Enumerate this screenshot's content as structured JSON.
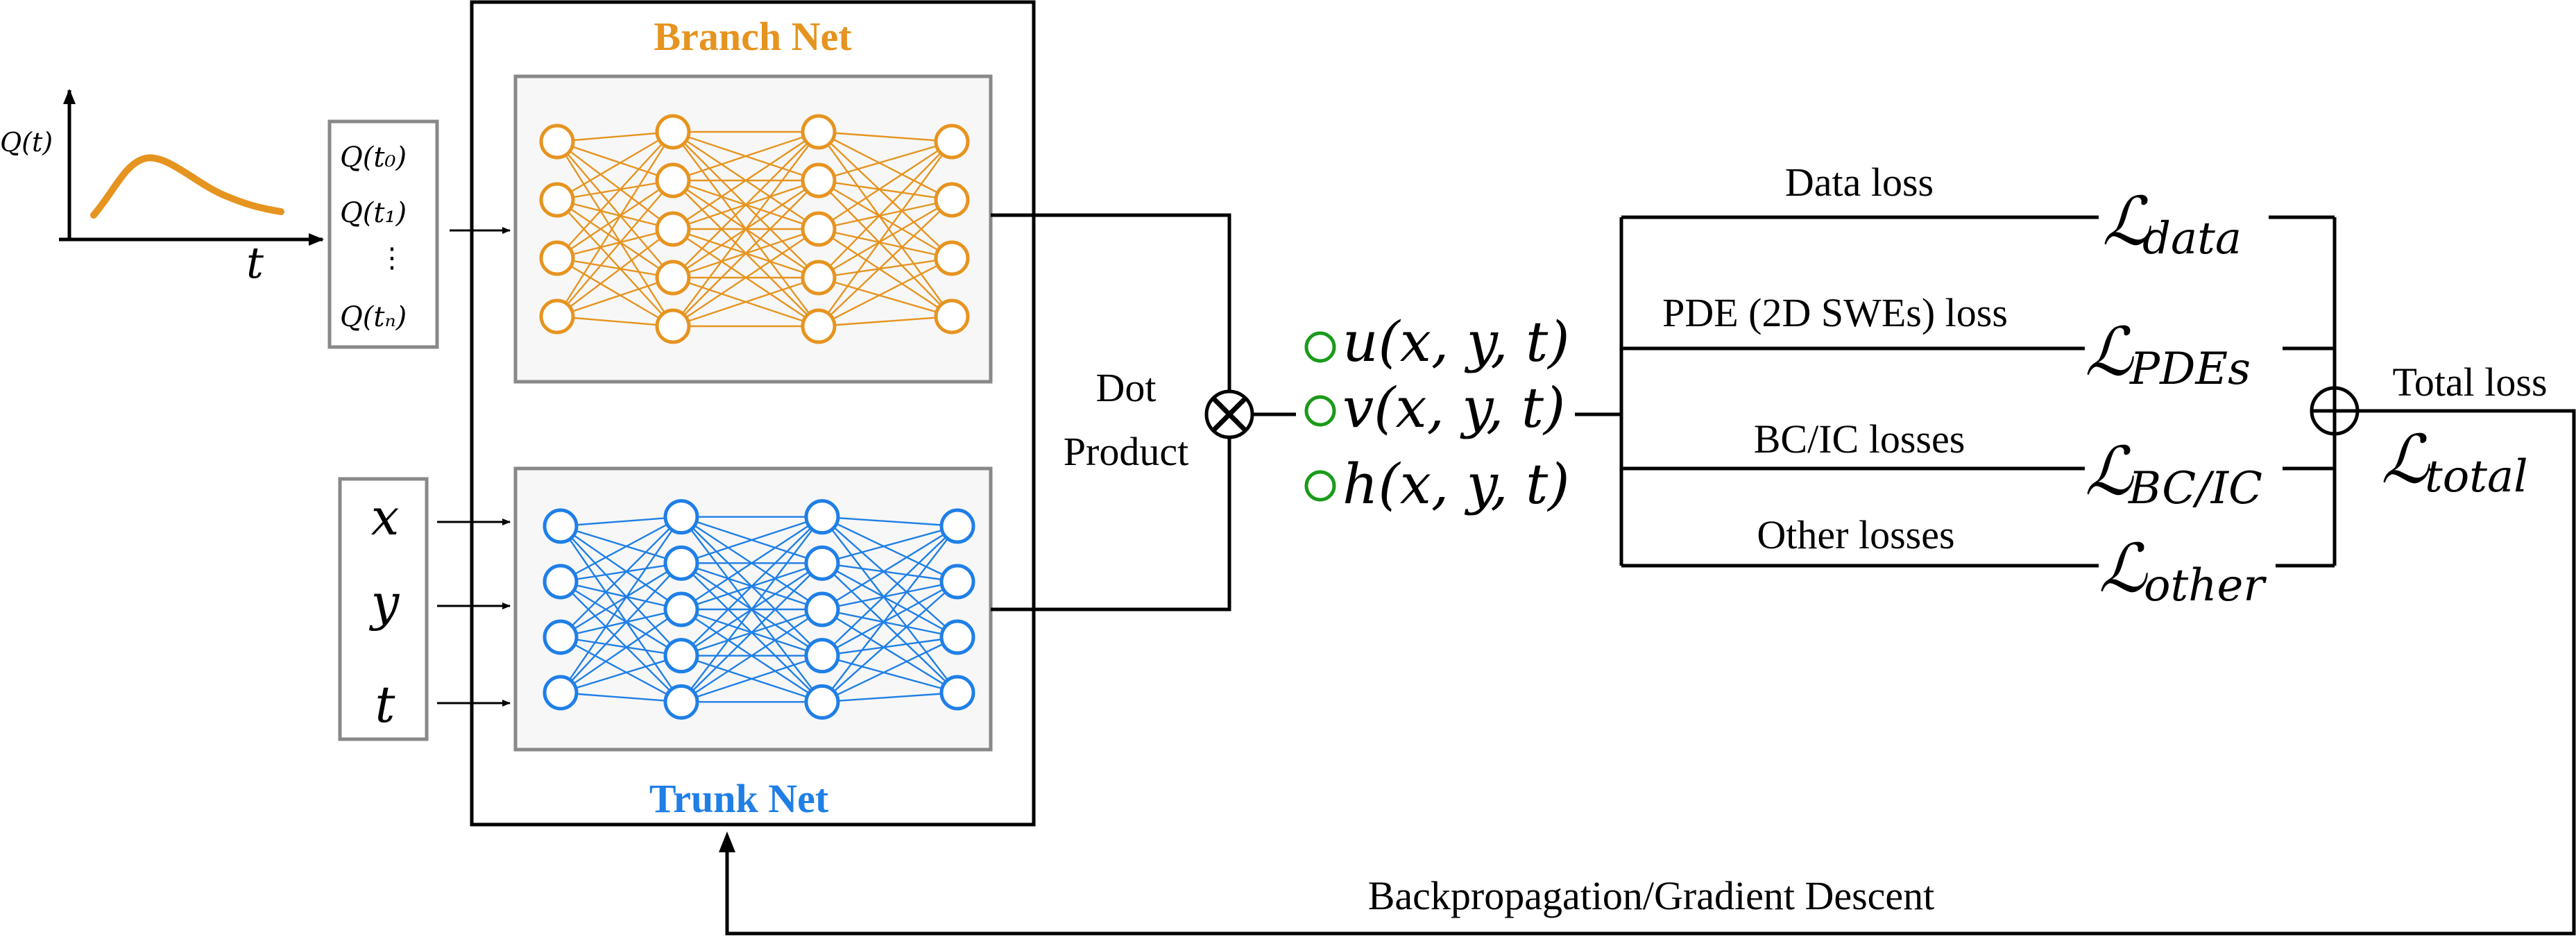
{
  "branch_net": {
    "title": "Branch Net",
    "color": "#e69420",
    "layers": [
      4,
      5,
      5,
      4
    ]
  },
  "trunk_net": {
    "title": "Trunk Net",
    "color": "#1f7fe6",
    "layers": [
      4,
      5,
      5,
      4
    ]
  },
  "input_signal": {
    "y_label": "Q(t)",
    "x_label": "t",
    "samples": [
      "Q(t₀)",
      "Q(t₁)",
      "⋮",
      "Q(tₙ)"
    ]
  },
  "trunk_inputs": [
    "x",
    "y",
    "t"
  ],
  "dot_product_label": [
    "Dot",
    "Product"
  ],
  "outputs": [
    "u(x, y, t)",
    "v(x, y, t)",
    "h(x, y, t)"
  ],
  "output_marker_color": "#1a9b1a",
  "losses": [
    {
      "name": "Data loss",
      "symbol": "ℒ",
      "subscript": "data"
    },
    {
      "name": "PDE (2D SWEs) loss",
      "symbol": "ℒ",
      "subscript": "PDEs"
    },
    {
      "name": "BC/IC losses",
      "symbol": "ℒ",
      "subscript": "BC/IC"
    },
    {
      "name": "Other losses",
      "symbol": "ℒ",
      "subscript": "other"
    }
  ],
  "total_loss": {
    "name": "Total loss",
    "symbol": "ℒ",
    "subscript": "total"
  },
  "feedback_label": "Backpropagation/Gradient Descent"
}
